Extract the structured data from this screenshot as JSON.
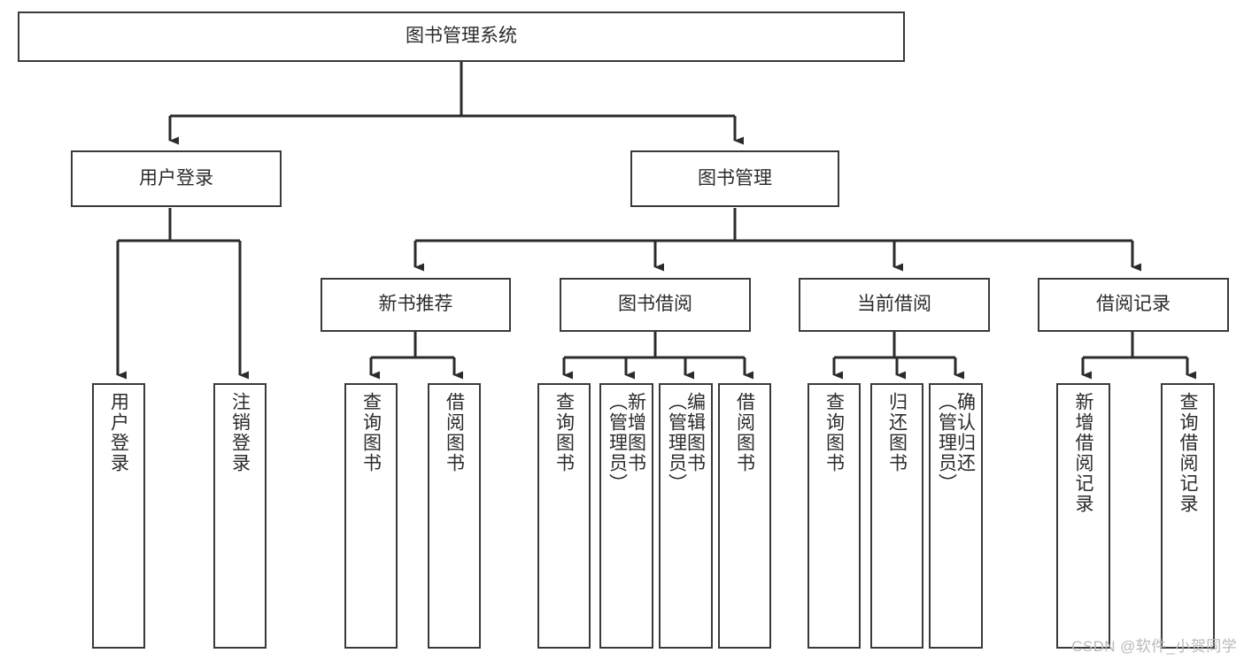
{
  "diagram": {
    "type": "tree",
    "title": "图书管理系统",
    "watermark": "CSDN @软件_小贺同学",
    "colors": {
      "box_stroke": "#3a3a3a",
      "box_fill": "#ffffff",
      "connector": "#2b2b2b",
      "text": "#2b2b2b",
      "watermark": "#b9b9b9"
    },
    "root": {
      "id": "root",
      "label": "图书管理系统",
      "orientation": "horizontal"
    },
    "level2": [
      {
        "id": "user-login",
        "label": "用户登录",
        "orientation": "horizontal"
      },
      {
        "id": "book-manage",
        "label": "图书管理",
        "orientation": "horizontal"
      }
    ],
    "level3": [
      {
        "id": "new-book-recommend",
        "label": "新书推荐",
        "orientation": "horizontal",
        "parent": "book-manage"
      },
      {
        "id": "book-borrow",
        "label": "图书借阅",
        "orientation": "horizontal",
        "parent": "book-manage"
      },
      {
        "id": "current-borrow",
        "label": "当前借阅",
        "orientation": "horizontal",
        "parent": "book-manage"
      },
      {
        "id": "borrow-record",
        "label": "借阅记录",
        "orientation": "horizontal",
        "parent": "book-manage"
      }
    ],
    "leaves": [
      {
        "id": "leaf-user-login",
        "label": "用户登录",
        "parent": "user-login",
        "orientation": "vertical"
      },
      {
        "id": "leaf-logout-login",
        "label": "注销登录",
        "parent": "user-login",
        "orientation": "vertical"
      },
      {
        "id": "leaf-query-book-1",
        "label": "查询图书",
        "parent": "new-book-recommend",
        "orientation": "vertical"
      },
      {
        "id": "leaf-borrow-book-1",
        "label": "借阅图书",
        "parent": "new-book-recommend",
        "orientation": "vertical"
      },
      {
        "id": "leaf-query-book-2",
        "label": "查询图书",
        "parent": "book-borrow",
        "orientation": "vertical"
      },
      {
        "id": "leaf-add-book",
        "label": "新增图书\n（管理员）",
        "parent": "book-borrow",
        "orientation": "vertical"
      },
      {
        "id": "leaf-edit-book",
        "label": "编辑图书\n（管理员）",
        "parent": "book-borrow",
        "orientation": "vertical"
      },
      {
        "id": "leaf-borrow-book-2",
        "label": "借阅图书",
        "parent": "book-borrow",
        "orientation": "vertical"
      },
      {
        "id": "leaf-query-book-3",
        "label": "查询图书",
        "parent": "current-borrow",
        "orientation": "vertical"
      },
      {
        "id": "leaf-return-book",
        "label": "归还图书",
        "parent": "current-borrow",
        "orientation": "vertical"
      },
      {
        "id": "leaf-confirm-return",
        "label": "确认归还\n（管理员）",
        "parent": "current-borrow",
        "orientation": "vertical"
      },
      {
        "id": "leaf-add-record",
        "label": "新增借阅记录",
        "parent": "borrow-record",
        "orientation": "vertical"
      },
      {
        "id": "leaf-query-record",
        "label": "查询借阅记录",
        "parent": "borrow-record",
        "orientation": "vertical"
      }
    ]
  }
}
